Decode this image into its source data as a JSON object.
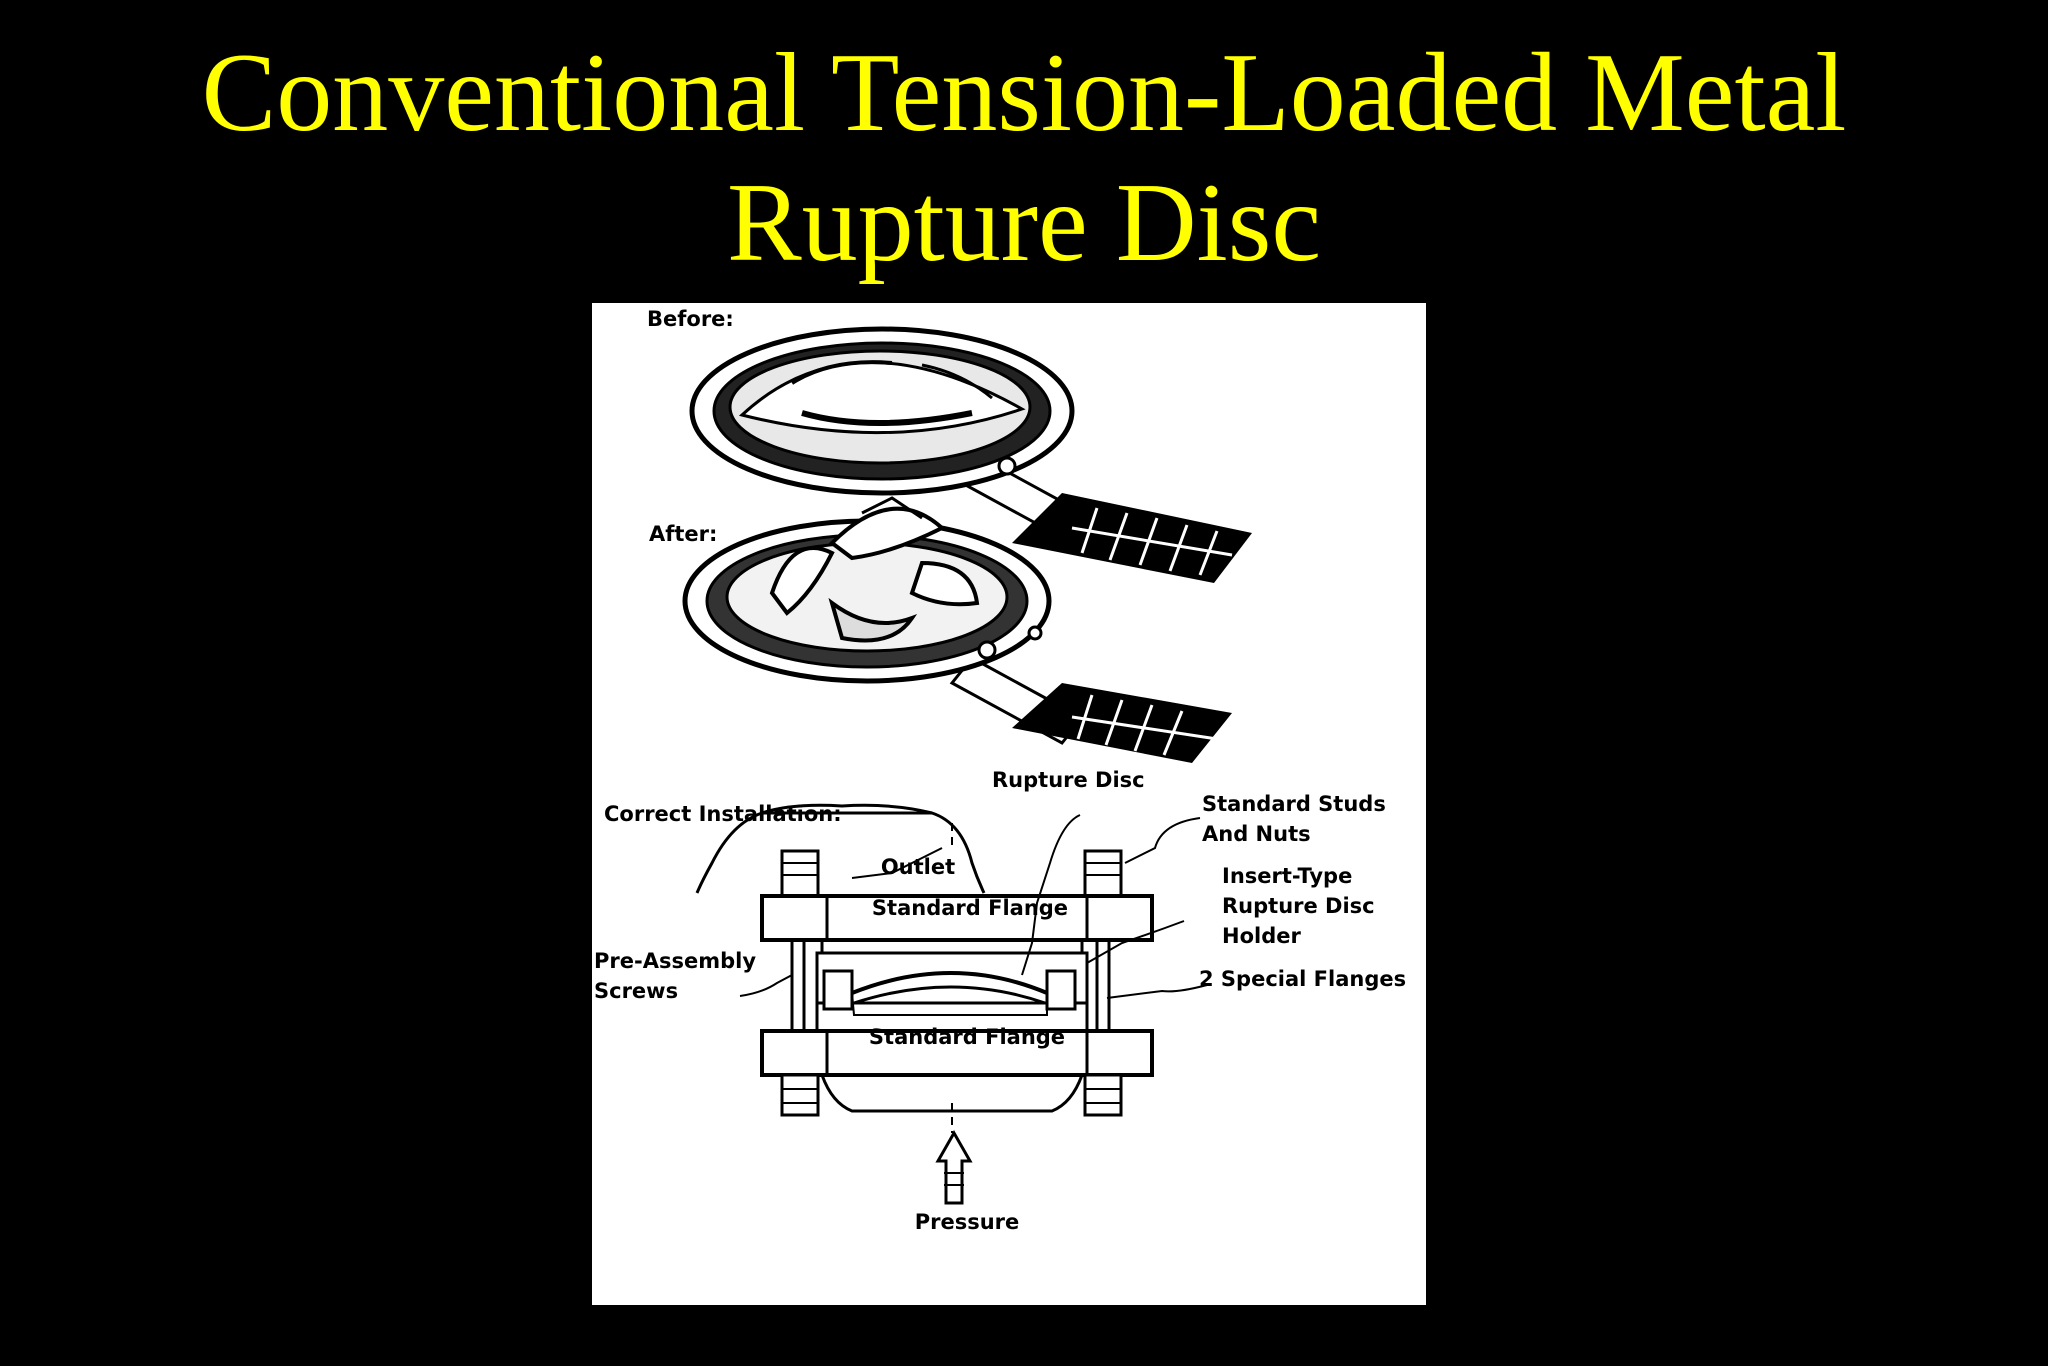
{
  "slide": {
    "title_line1": "Conventional Tension-Loaded Metal",
    "title_line2": "Rupture Disc",
    "title_color": "#ffff00",
    "background": "#000000"
  },
  "figure": {
    "before_label": "Before:",
    "after_label": "After:",
    "correct_installation_label": "Correct Installation:",
    "rupture_disc_label": "Rupture Disc",
    "standard_studs_line1": "Standard Studs",
    "standard_studs_line2": "And Nuts",
    "outlet_label": "Outlet",
    "standard_flange_top": "Standard Flange",
    "insert_type_line1": "Insert-Type",
    "insert_type_line2": "Rupture Disc",
    "insert_type_line3": "Holder",
    "pre_assembly_line1": "Pre-Assembly",
    "pre_assembly_line2": "Screws",
    "special_flanges_label": "2 Special Flanges",
    "standard_flange_bottom": "Standard Flange",
    "pressure_label": "Pressure"
  }
}
